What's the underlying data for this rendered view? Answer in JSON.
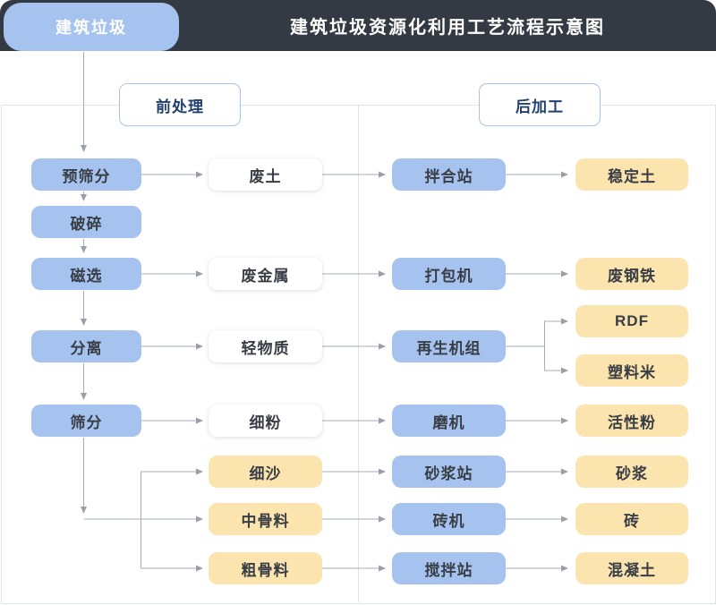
{
  "header": {
    "source_label": "建筑垃圾",
    "title": "建筑垃圾资源化利用工艺流程示意图"
  },
  "section_labels": {
    "pre_processing": "前处理",
    "post_processing": "后加工"
  },
  "nodes": {
    "pre_screening": "预筛分",
    "crushing": "破碎",
    "magnetic_separation": "磁选",
    "separation": "分离",
    "screening": "筛分",
    "waste_soil": "废土",
    "waste_metal": "废金属",
    "light_material": "轻物质",
    "fine_powder": "细粉",
    "fine_sand": "细沙",
    "medium_aggregate": "中骨料",
    "coarse_aggregate": "粗骨料",
    "blending_station": "拌合站",
    "baler": "打包机",
    "recycling_unit": "再生机组",
    "mill": "磨机",
    "mortar_plant": "砂浆站",
    "brick_machine": "砖机",
    "mixing_station": "搅拌站",
    "stabilized_soil": "稳定土",
    "scrap_steel": "废钢铁",
    "rdf": "RDF",
    "plastic_pellets": "塑料米",
    "active_powder": "活性粉",
    "mortar": "砂浆",
    "brick": "砖",
    "concrete": "混凝土"
  },
  "edges": [
    [
      "source",
      "pre_screening"
    ],
    [
      "pre_screening",
      "crushing"
    ],
    [
      "crushing",
      "magnetic_separation"
    ],
    [
      "magnetic_separation",
      "separation"
    ],
    [
      "separation",
      "screening"
    ],
    [
      "pre_screening",
      "waste_soil"
    ],
    [
      "magnetic_separation",
      "waste_metal"
    ],
    [
      "separation",
      "light_material"
    ],
    [
      "screening",
      "fine_powder"
    ],
    [
      "screening",
      "fine_sand"
    ],
    [
      "screening",
      "medium_aggregate"
    ],
    [
      "screening",
      "coarse_aggregate"
    ],
    [
      "waste_soil",
      "blending_station"
    ],
    [
      "waste_metal",
      "baler"
    ],
    [
      "light_material",
      "recycling_unit"
    ],
    [
      "fine_powder",
      "mill"
    ],
    [
      "fine_sand",
      "mortar_plant"
    ],
    [
      "medium_aggregate",
      "brick_machine"
    ],
    [
      "coarse_aggregate",
      "mixing_station"
    ],
    [
      "blending_station",
      "stabilized_soil"
    ],
    [
      "baler",
      "scrap_steel"
    ],
    [
      "recycling_unit",
      "rdf"
    ],
    [
      "recycling_unit",
      "plastic_pellets"
    ],
    [
      "mill",
      "active_powder"
    ],
    [
      "mortar_plant",
      "mortar"
    ],
    [
      "brick_machine",
      "brick"
    ],
    [
      "mixing_station",
      "concrete"
    ]
  ],
  "palette": {
    "bar_dark": "#343a43",
    "node_blue": "#a5c3ee",
    "node_yellow": "#fbe4ae",
    "node_white": "#ffffff",
    "panel_border": "#e0e4ed",
    "section_border": "#a9c4ea",
    "section_text": "#21406e",
    "node_text": "#393d45",
    "connector": "#a7acb6"
  }
}
